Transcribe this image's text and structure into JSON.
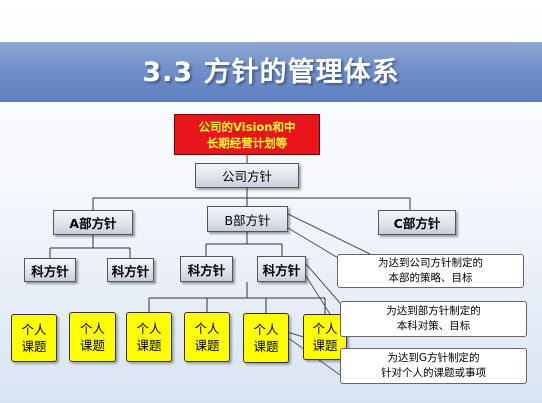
{
  "title": "3.3 方针的管理体系",
  "colors": {
    "title_band": "#6d8ec9",
    "banner_red": "#e8151b",
    "banner_text": "#ffff33",
    "task_yellow": "#ffff00"
  },
  "nodes": {
    "vision_line1": "公司的Vision和中",
    "vision_line2": "长期经营计划等",
    "company": "公司方针",
    "dept_a": "A部方针",
    "dept_b": "B部方针",
    "dept_c": "C部方针",
    "sections": [
      "科方针",
      "科方针",
      "科方针",
      "科方针"
    ],
    "tasks": [
      {
        "l1": "个人",
        "l2": "课题"
      },
      {
        "l1": "个人",
        "l2": "课题"
      },
      {
        "l1": "个人",
        "l2": "课题"
      },
      {
        "l1": "个人",
        "l2": "课题"
      },
      {
        "l1": "个人",
        "l2": "课题"
      },
      {
        "l1": "个人",
        "l2": "课题"
      }
    ]
  },
  "callouts": [
    {
      "l1": "为达到公司方针制定的",
      "l2": "本部的策略、目标"
    },
    {
      "l1": "为达到部方针制定的",
      "l2": "本科对策、目标"
    },
    {
      "l1": "为达到G方针制定的",
      "l2": "针对个人的课题或事项"
    }
  ]
}
